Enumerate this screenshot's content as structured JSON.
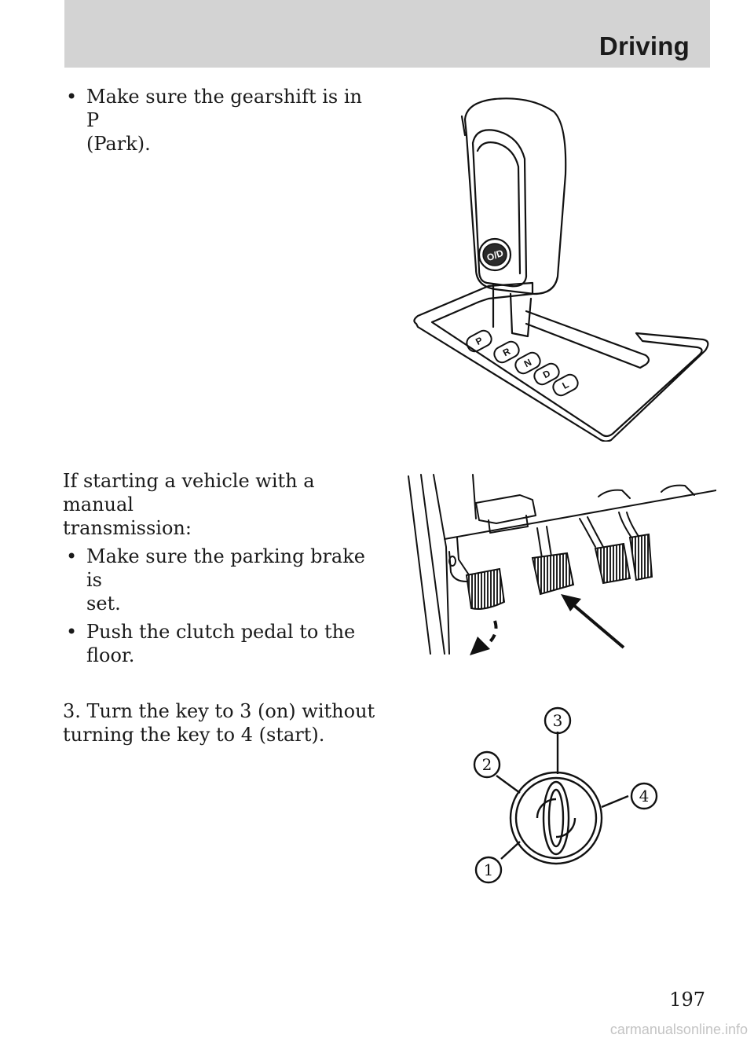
{
  "header": {
    "section": "Driving"
  },
  "block1": {
    "bullets": [
      {
        "text": "Make sure the gearshift is in P (Park).",
        "lines": [
          "Make sure the gearshift is in P",
          "(Park)."
        ]
      }
    ]
  },
  "gearshift": {
    "od_label": "O/D",
    "positions": [
      "P",
      "R",
      "N",
      "D",
      "L"
    ]
  },
  "block2": {
    "intro_lines": [
      "If starting a vehicle with a manual",
      "transmission:"
    ],
    "bullets": [
      {
        "lines": [
          "Make sure the parking brake is",
          "set."
        ]
      },
      {
        "lines": [
          "Push the clutch pedal to the",
          "floor."
        ]
      }
    ]
  },
  "block3": {
    "lines": [
      "3. Turn the key to 3 (on) without",
      "turning the key to 4 (start)."
    ]
  },
  "ignition": {
    "positions": [
      "1",
      "2",
      "3",
      "4"
    ]
  },
  "footer": {
    "page_number": "197",
    "watermark": "carmanualsonline.info"
  },
  "bullet_glyph": "•"
}
